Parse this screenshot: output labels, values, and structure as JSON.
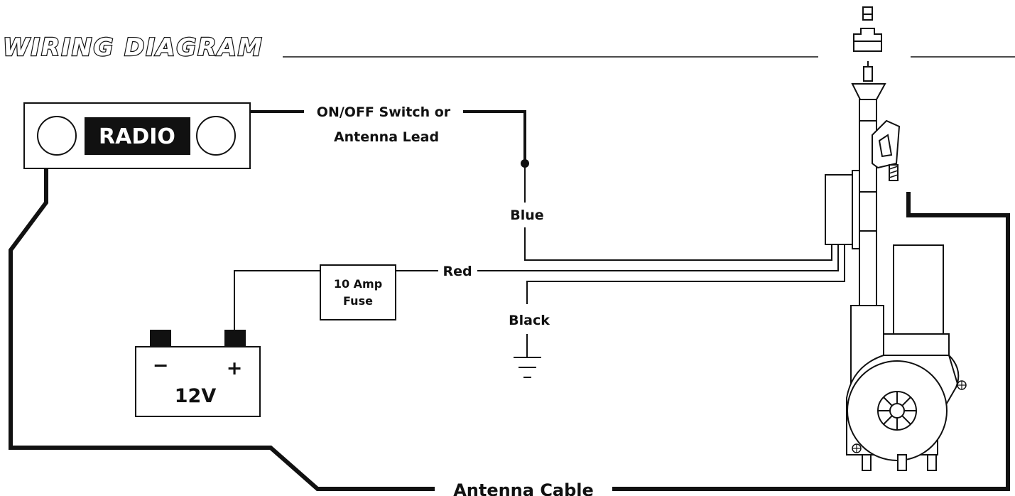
{
  "title": "WIRING DIAGRAM",
  "radio": {
    "label": "RADIO"
  },
  "labels": {
    "switch_line1": "ON/OFF Switch or",
    "switch_line2": "Antenna Lead",
    "blue": "Blue",
    "red": "Red",
    "black": "Black",
    "fuse_line1": "10 Amp",
    "fuse_line2": "Fuse",
    "antenna_cable": "Antenna Cable"
  },
  "battery": {
    "voltage": "12V",
    "minus": "−",
    "plus": "+"
  },
  "icons": [
    "ground-symbol-icon",
    "antenna-motor-icon",
    "radio-knob-icon",
    "battery-icon",
    "fuse-icon"
  ]
}
